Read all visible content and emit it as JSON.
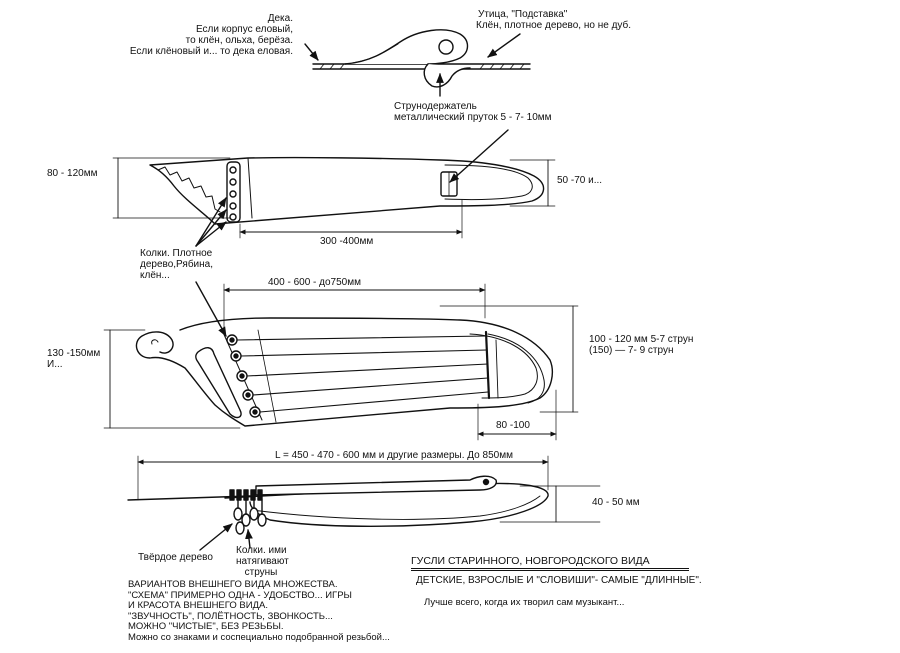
{
  "labels": {
    "soundboard": [
      "Дека.",
      "Если корпус еловый,",
      "то клён, ольха, берёза.",
      "Если клёновый и... то дека еловая."
    ],
    "bridge": [
      "Утица, \"Подставка\"",
      "Клён, плотное дерево, но не дуб."
    ],
    "tailpiece": [
      "Струнодержатель",
      "металлический пруток   5 - 7- 10мм"
    ],
    "dim_80_120": "80 - 120мм",
    "dim_50_70": "50 -70 и...",
    "dim_300_400": "300 -400мм",
    "pegs_wood": [
      "Колки. Плотное",
      "дерево,Рябина,",
      "клён..."
    ],
    "dim_400_750": "400 - 600 - до750мм",
    "dim_130_150": [
      "130 -150мм",
      "И..."
    ],
    "dim_strings": [
      "100 - 120 мм 5-7 струн",
      "(150) — 7- 9 струн"
    ],
    "dim_80_100": "80 -100",
    "dim_length": "L = 450 - 470 - 600 мм   и другие размеры. До 850мм",
    "dim_40_50": "40 - 50 мм",
    "hardwood": "Твёрдое дерево",
    "pegs_tension": [
      "Колки. ими",
      "натягивают",
      "струны"
    ],
    "title": "ГУСЛИ СТАРИННОГО, НОВГОРОДСКОГО ВИДА",
    "subtitle": "ДЕТСКИЕ, ВЗРОСЛЫЕ И  \"СЛОВИШИ\"- САМЫЕ  \"ДЛИННЫЕ\".",
    "note": "Лучше всего, когда их творил сам музыкант...",
    "variants": [
      "ВАРИАНТОВ  ВНЕШНЕГО ВИДА  МНОЖЕСТВА.",
      "\"СХЕМА\" ПРИМЕРНО ОДНА - УДОБСТВО... ИГРЫ",
      "И КРАСОТА ВНЕШНЕГО ВИДА.",
      "\"ЗВУЧНОСТЬ\", ПОЛЁТНОСТЬ, ЗВОНКОСТЬ...",
      "МОЖНО \"ЧИСТЫЕ\", БЕЗ РЕЗЬБЫ.",
      "Можно со знаками и соспециально подобранной резьбой..."
    ]
  }
}
